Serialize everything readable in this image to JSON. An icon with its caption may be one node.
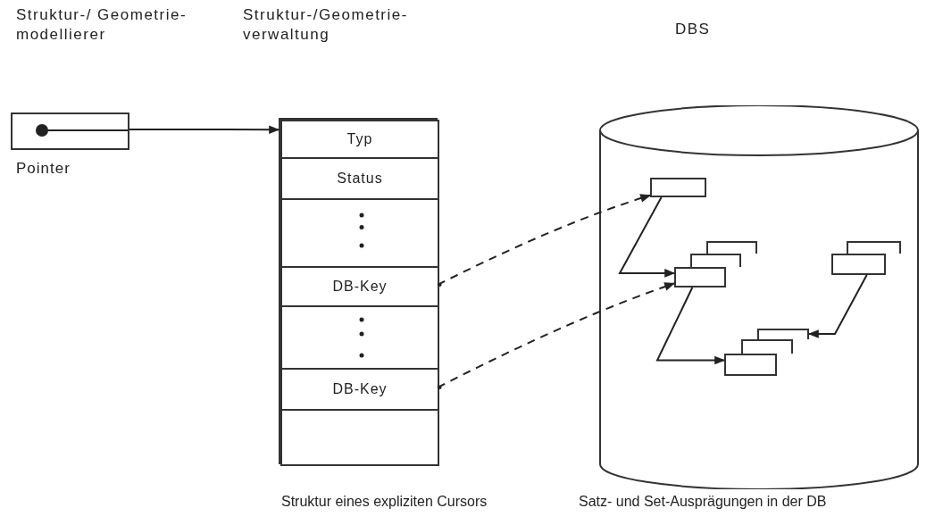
{
  "diagram": {
    "nodes": [
      {
        "text": [],
        "shape": "box",
        "beside": [
          "Pointer"
        ]
      },
      {
        "text": [],
        "shape": "box",
        "beside": [
          "Struktur eines expliziten Cursors"
        ]
      },
      {
        "text": [
          "Typ"
        ],
        "in": 1
      },
      {
        "text": [
          "Status"
        ],
        "in": 1
      },
      {
        "text": [],
        "shape": "box",
        "in": 1
      },
      {
        "text": [
          "DB-Key"
        ],
        "in": 1
      },
      {
        "text": [],
        "shape": "box",
        "in": 1
      },
      {
        "text": [
          "DB-Key"
        ],
        "in": 1
      },
      {
        "text": [],
        "shape": "box",
        "in": 1
      },
      {
        "text": [],
        "shape": "cylinder",
        "beside": [
          "Satz- und Set-Ausprägungen in der DB"
        ]
      },
      {
        "text": [],
        "shape": "box",
        "in": 9
      },
      {
        "text": [],
        "shape": "box",
        "in": 9
      },
      {
        "text": [],
        "shape": "box",
        "in": 9
      },
      {
        "text": [],
        "shape": "box",
        "in": 9
      },
      {
        "text": [],
        "shape": "box",
        "in": 9
      },
      {
        "text": [],
        "shape": "box",
        "in": 9
      },
      {
        "text": [],
        "shape": "box",
        "in": 9
      },
      {
        "text": [],
        "shape": "box",
        "in": 9
      },
      {
        "text": [],
        "shape": "box",
        "in": 9
      }
    ],
    "edges": [
      {
        "from": 0,
        "to": 2,
        "arrow": "to"
      },
      {
        "from": 5,
        "to": 10,
        "arrow": "to",
        "style": "dashed"
      },
      {
        "from": 7,
        "to": 13,
        "arrow": "to",
        "style": "dashed"
      },
      {
        "from": 10,
        "to": 13,
        "arrow": "to"
      },
      {
        "from": 13,
        "to": 18,
        "arrow": "to"
      },
      {
        "from": 15,
        "to": 16,
        "arrow": "to"
      }
    ],
    "labels": [
      "Struktur-/ Geometrie- modellierer",
      "Struktur-/Geometrie- verwaltung",
      "DBS"
    ]
  }
}
